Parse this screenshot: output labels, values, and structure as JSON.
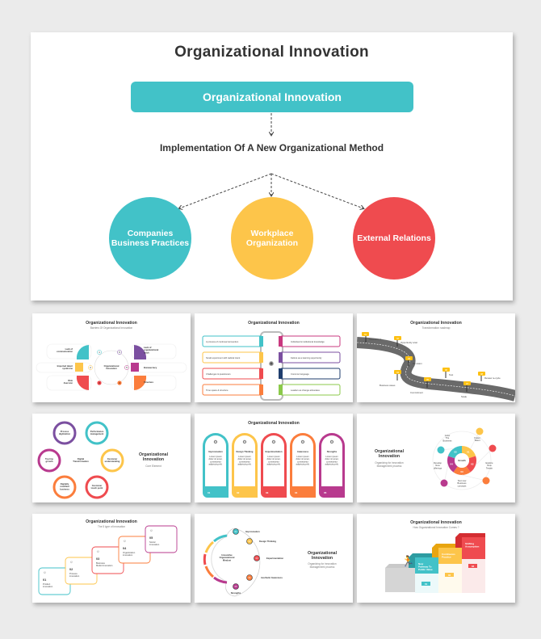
{
  "colors": {
    "teal": "#42c2c8",
    "yellow": "#fdc54a",
    "red": "#ef4b4f",
    "orange": "#fb7d3c",
    "purple": "#7b4fa0",
    "magenta": "#b83a8e",
    "navy": "#1f3e6e",
    "green": "#8bc94a",
    "gray": "#666666"
  },
  "main": {
    "title": "Organizational Innovation",
    "bar_label": "Organizational Innovation",
    "subtitle": "Implementation Of A New Organizational Method",
    "circles": [
      {
        "label": "Companies Business Practices",
        "color": "#42c2c8"
      },
      {
        "label": "Workplace Organization",
        "color": "#fdc54a"
      },
      {
        "label": "External Relations",
        "color": "#ef4b4f"
      }
    ]
  },
  "thumbs": {
    "barriers": {
      "title": "Organizational Innovation",
      "subtitle": "Barriers Of Organizational Innovation",
      "center": "Organizational\nInnovation",
      "left": [
        "Lack of\ncommunication",
        "Imported talent\nsyndrome",
        "Risk\nAversion"
      ],
      "right": [
        "Lack of\norganizational\nslack",
        "Bureaucracy",
        "Structure"
      ],
      "numbers": [
        "1",
        "2",
        "3",
        "4",
        "5",
        "6"
      ]
    },
    "principles": {
      "title": "Organizational Innovation",
      "left": [
        "A process of continual reinvention",
        "Small experiment with radical intent",
        "Challenges & questioners",
        "Time space & structure"
      ],
      "right": [
        "Individual & institutional knowledge",
        "Failure as a learning opportunity",
        "Common language",
        "Leaders as change advocates"
      ],
      "icon": "lightbulb-gear-icon"
    },
    "roadmap": {
      "title": "Organizational Innovation",
      "subtitle": "Transformation roadmap",
      "steps": [
        {
          "n": "01",
          "label": "Assessment"
        },
        {
          "n": "02",
          "label": "Opportunity scan"
        },
        {
          "n": "03",
          "label": "Re-vision"
        },
        {
          "n": "04",
          "label": "Business cases"
        },
        {
          "n": "05",
          "label": "Commitment"
        },
        {
          "n": "06",
          "label": "Test"
        },
        {
          "n": "07",
          "label": "Scale"
        },
        {
          "n": "08",
          "label": "Review re-cycle"
        }
      ]
    },
    "core": {
      "title": "Organizational\nInnovation",
      "subtitle": "Core Element",
      "center": "Digital\nTransformation",
      "items": [
        "Process\ndigitization",
        "Performance\nmanagement",
        "Customer\nunderstanding",
        "Customer\ntouch point",
        "Digitally\nmodified\nbusiness",
        "Top line\ngrowth"
      ]
    },
    "cards": {
      "title": "Organizational Innovation",
      "items": [
        {
          "title": "Improvisation",
          "body": "Lorem ipsum\ndolor sit amet,\nconsectetur\nadipiscing elit.",
          "n": "01"
        },
        {
          "title": "Design Thinking",
          "body": "Lorem ipsum\ndolor sit amet,\nconsectetur\nadipiscing elit.",
          "n": "02"
        },
        {
          "title": "Experimentation",
          "body": "Lorem ipsum\ndolor sit amet,\nconsectetur\nadipiscing elit.",
          "n": "03"
        },
        {
          "title": "Awareness",
          "body": "Lorem ipsum\ndolor sit amet,\nconsectetur\nadipiscing elit.",
          "n": "04"
        },
        {
          "title": "Strengths",
          "body": "Lorem ipsum\ndolor sit amet,\nconsectetur\nadipiscing elit.",
          "n": "05"
        }
      ]
    },
    "growth": {
      "title": "Organizational\nInnovation",
      "subtitle": "Organizing for innovation\nManagement process",
      "center": "Growth",
      "segments": [
        "01",
        "02",
        "03",
        "04",
        "05"
      ],
      "labels": [
        "Foster\nTalent",
        "Explore\nNew\nTerrain",
        "Test new\nBusiness\nconcepts",
        "Develop\nNew\nofferings",
        "Grow\nThe\nBusiness"
      ]
    },
    "types": {
      "title": "Organizational Innovation",
      "subtitle": "The 5 type of innovation",
      "items": [
        {
          "n": "01",
          "label": "Product\ninnovation"
        },
        {
          "n": "02",
          "label": "Process\ninnovation"
        },
        {
          "n": "03",
          "label": "Business\nModel innovation"
        },
        {
          "n": "04",
          "label": "Organization\ninnovation"
        },
        {
          "n": "05",
          "label": "Social\ninnovation"
        }
      ]
    },
    "mindset": {
      "title": "Organizational\nInnovation",
      "subtitle": "Organizing for innovation\nManagement process",
      "center": "Innovative\nOrganizational\nMindset",
      "items": [
        {
          "n": "01",
          "label": "Improvisation"
        },
        {
          "n": "02",
          "label": "Design Thinking"
        },
        {
          "n": "03",
          "label": "Experimentation"
        },
        {
          "n": "04",
          "label": "Aesthetic Awareness"
        },
        {
          "n": "05",
          "label": "Strengths"
        }
      ]
    },
    "steps": {
      "title": "Organizational Innovation",
      "subtitle": "How Organizational Innovation Comes ?",
      "items": [
        {
          "label": "New\nPathway To\nPublic Value",
          "n": "01"
        },
        {
          "label": "Continuous\nPractice",
          "n": "02"
        },
        {
          "label": "Shifting\nAssumption",
          "n": "03"
        }
      ]
    }
  }
}
